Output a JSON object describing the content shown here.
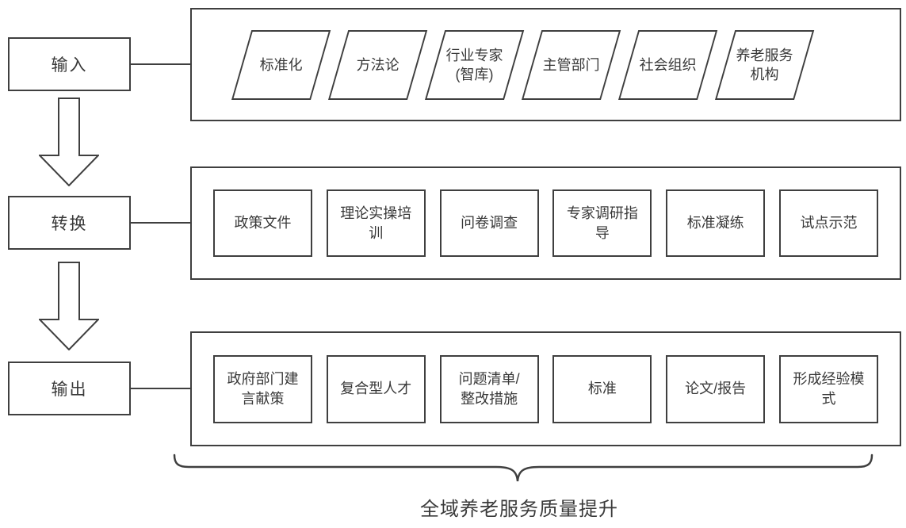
{
  "diagram": {
    "stages": [
      {
        "label": "输入"
      },
      {
        "label": "转换"
      },
      {
        "label": "输出"
      }
    ],
    "input_items": [
      "标准化",
      "方法论",
      "行业专家\n(智库)",
      "主管部门",
      "社会组织",
      "养老服务\n机构"
    ],
    "transform_items": [
      "政策文件",
      "理论实操培\n训",
      "问卷调查",
      "专家调研指\n导",
      "标准凝练",
      "试点示范"
    ],
    "output_items": [
      "政府部门建\n言献策",
      "复合型人才",
      "问题清单/\n整改措施",
      "标准",
      "论文/报告",
      "形成经验模\n式"
    ],
    "caption": "全域养老服务质量提升",
    "colors": {
      "stroke": "#3f3f3f",
      "text": "#383838",
      "background": "#ffffff"
    }
  }
}
